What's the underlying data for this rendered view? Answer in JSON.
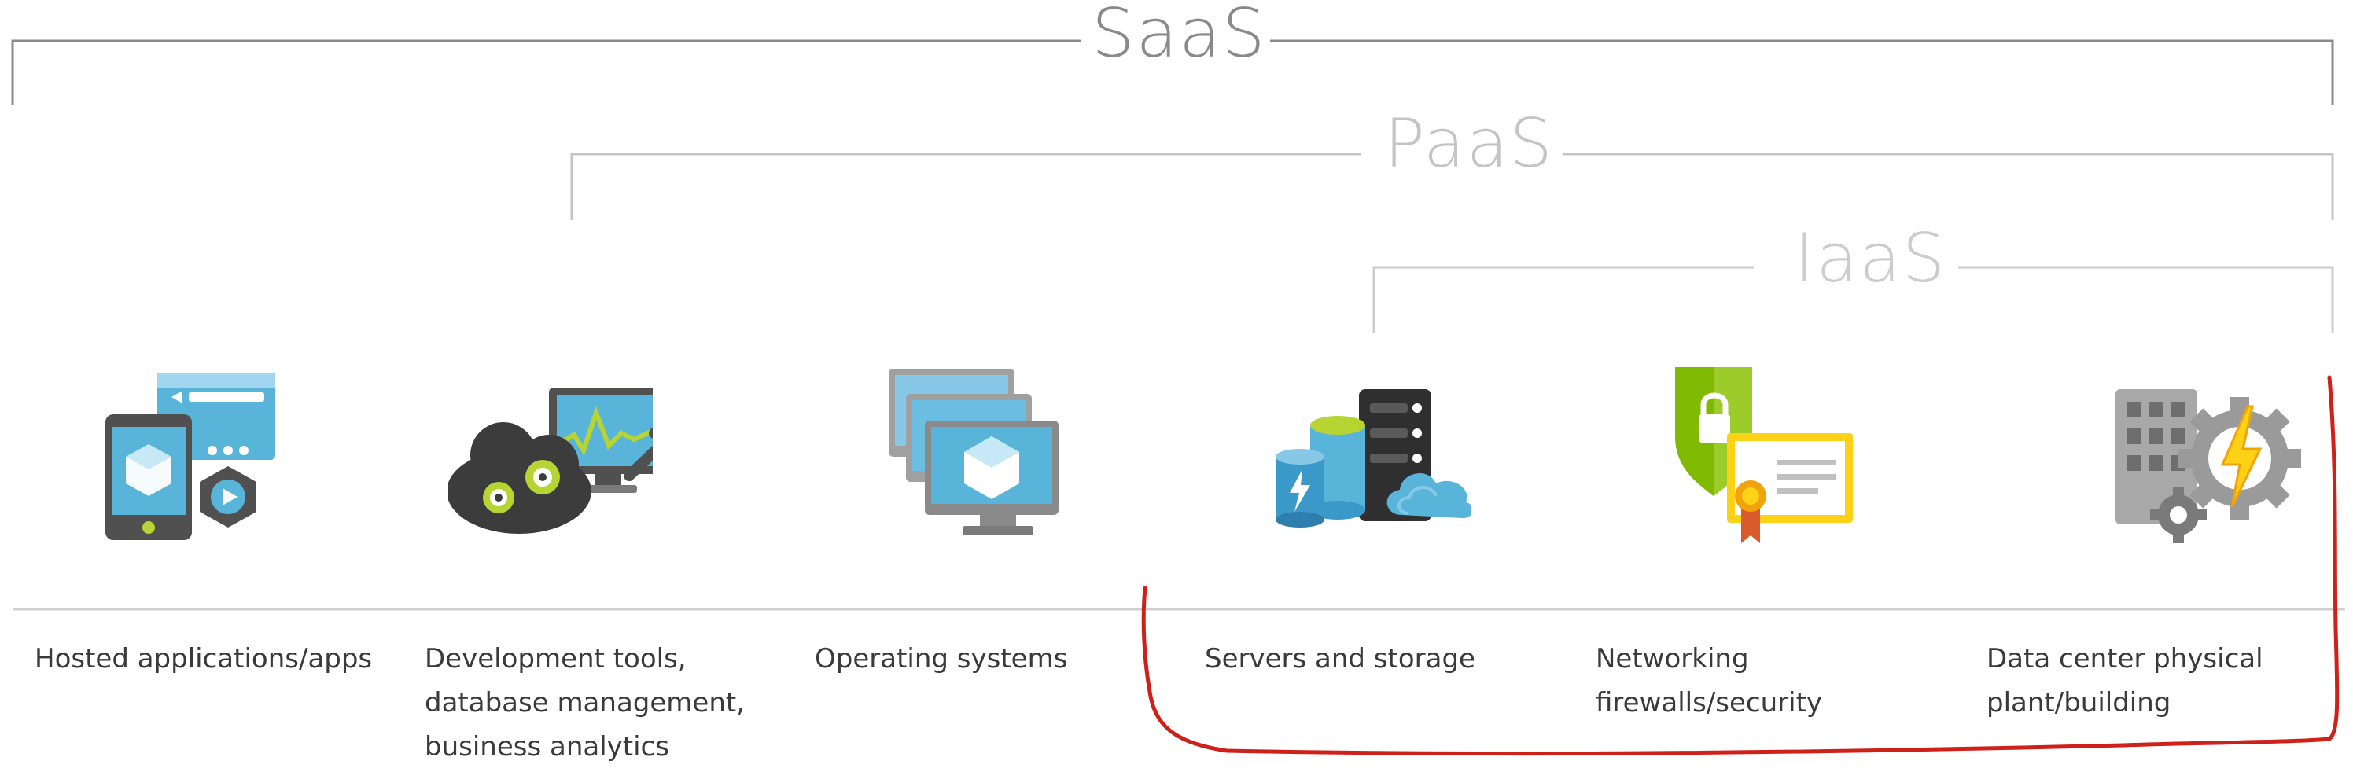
{
  "brackets": {
    "saas": "SaaS",
    "paas": "PaaS",
    "iaas": "IaaS"
  },
  "categories": [
    {
      "icon": "hosted-apps-icon",
      "lines": [
        "Hosted applications/apps"
      ]
    },
    {
      "icon": "development-tools-icon",
      "lines": [
        "Development tools,",
        "database management,",
        "business analytics"
      ]
    },
    {
      "icon": "operating-systems-icon",
      "lines": [
        "Operating systems"
      ]
    },
    {
      "icon": "servers-storage-icon",
      "lines": [
        "Servers and storage"
      ]
    },
    {
      "icon": "networking-security-icon",
      "lines": [
        "Networking",
        "firewalls/security"
      ]
    },
    {
      "icon": "datacenter-icon",
      "lines": [
        "Data center physical",
        "plant/building"
      ]
    }
  ],
  "colors": {
    "saas_line": "#8a8a8a",
    "paas_line": "#c4c4c4",
    "iaas_line": "#cccccc",
    "divider": "#cfcfcf",
    "annotation": "#d0201a",
    "azure_blue": "#59b4d9",
    "dark_gray": "#505050",
    "shield_green": "#7fba00",
    "certificate_yellow": "#fcd116"
  }
}
